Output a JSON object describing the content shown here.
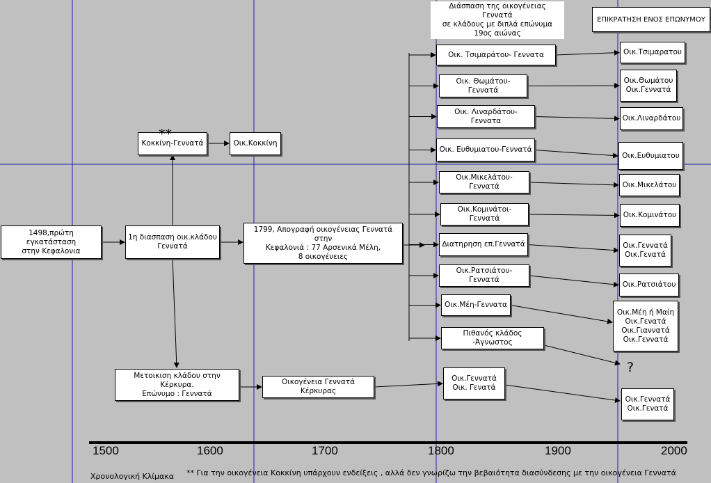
{
  "headers": {
    "split": "Διάσπαση της οικογένειας Γεννατά\nσε κλάδους με διπλά επώνυμα\n19ος αιώνας",
    "single": "ΕΠΙΚΡΑΤΗΣΗ ΕΝΟΣ ΕΠΩΝΥΜΟΥ"
  },
  "early": {
    "first_settlement": "1498,πρώτη εγκατάσταση\nστην Κεφαλονια",
    "first_split": "1η διασπαση οικ.κλάδου\nΓεννατά",
    "kokkini_gennata": "Κοκκίνη-Γεννατά",
    "kokkini": "Οικ.Κοκκίνη",
    "census_1799": "1799, Απογραφή οικογένειας Γεννατά στην\nΚεφαλονιά : 77 Αρσενικά Μέλη,\n8 οικογένειες",
    "corfu_move": "Μετοικιση κλάδου στην Κέρκυρα.\nΕπώνυμο : Γεννατά",
    "corfu_family": "Οικογένεια Γεννατά Κέρκυρας",
    "corfu_1800": "Οικ.Γεννατά\nΟικ. Γενατά",
    "corfu_2000": "Οικ.Γεννατά\nΟικ.Γενατά"
  },
  "branches": [
    "Οικ. Τσιμαράτου- Γεννατα",
    "Οικ. Θωμάτου-Γεννατά",
    "Οικ. Λιναρδάτου-Γεννατα",
    "Οικ. Ευθυμιατου-Γεννατά",
    "Οικ.Μικελάτου-Γεννατά",
    "Οικ.Κομινάτοι-Γεννατά",
    "Διατηρηση επ.Γεννατά",
    "Οικ.Ρατσιάτου-Γεννατά",
    "Οικ.Μέη-Γεννατα",
    "Πιθανός κλάδος -Άγνωστος"
  ],
  "results": [
    "Οικ.Τσιμαρατου",
    "Οικ.Θωμάτου\nΟικ.Γεννατά",
    "Οικ.Λιναρδάτου",
    "Οικ.Ευθυμιατου",
    "Οικ.Μικελάτου",
    "Οικ.Κομινάτου",
    "Οικ.Γεννατά\nΟικ.Γενατά",
    "Οικ.Ρατσιάτου",
    "Οικ.Μέη ή Μαίη\nΟικ.Γενατά\nΟικ.Γιαννατά\nΟικ.Γεννατά"
  ],
  "unknown_mark": "?",
  "stars": "**",
  "timeline": {
    "ticks": [
      "1500",
      "1600",
      "1700",
      "1800",
      "1900",
      "2000"
    ],
    "scale_label": "Χρονολογική Κλίμακα"
  },
  "footnote": "**  Για την οικογένεια Κοκκίνη υπάρχουν ενδείξεις , αλλά δεν γνωρίζω την βεβαιότητα διασύνδεσης με την οικογένεια Γεννατά",
  "colors": {
    "background": "#c0c0c0",
    "guide_lines": "#1f1fa0",
    "box": "#ffffff"
  }
}
